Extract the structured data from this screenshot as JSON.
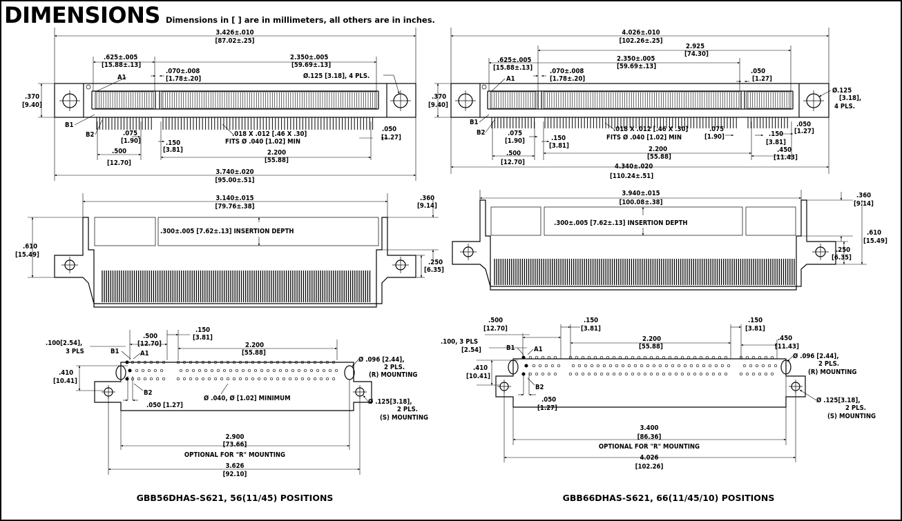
{
  "header": {
    "title": "DIMENSIONS",
    "note": "Dimensions in [ ] are in millimeters, all others are in inches."
  },
  "labels": {
    "a1": "A1",
    "b1": "B1",
    "b2": "B2"
  },
  "left": {
    "caption": "GBB56DHAS-S621, 56(11/45) POSITIONS",
    "top": {
      "overall_in": "3.426±.010",
      "overall_mm": "[87.02±.25]",
      "first_in": ".625±.005",
      "first_mm": "[15.88±.13]",
      "center_in": "2.350±.005",
      "center_mm": "[59.69±.13]",
      "gap_in": ".070±.008",
      "gap_mm": "[1.78±.20]",
      "hole": "Ø.125 [3.18], 4 PLS.",
      "height_in": ".370",
      "height_mm": "[9.40]",
      "p075_in": ".075",
      "p075_mm": "[1.90]",
      "p150_in": ".150",
      "p150_mm": "[3.81]",
      "pin_in": ".018 X .012 [.46 X .30]",
      "pin_fit": "FITS Ø .040 [1.02] MIN",
      "p050_in": ".050",
      "p050_mm": "[1.27]",
      "p500_in": ".500",
      "p500_mm": "[12.70]",
      "p2200_in": "2.200",
      "p2200_mm": "[55.88]",
      "width_in": "3.740±.020",
      "width_mm": "[95.00±.51]"
    },
    "side": {
      "width_in": "3.140±.015",
      "width_mm": "[79.76±.38]",
      "insertion": ".300±.005 [7.62±.13] INSERTION DEPTH",
      "h360_in": ".360",
      "h360_mm": "[9.14]",
      "h610_in": ".610",
      "h610_mm": "[15.49]",
      "h250_in": ".250",
      "h250_mm": "[6.35]"
    },
    "bottom": {
      "p100": ".100[2.54],",
      "p100b": "3 PLS",
      "p500_in": ".500",
      "p500_mm": "[12.70]",
      "p150_in": ".150",
      "p150_mm": "[3.81]",
      "p2200_in": "2.200",
      "p2200_mm": "[55.88]",
      "h410_in": ".410",
      "h410_mm": "[10.41]",
      "d096": "Ø .096 [2.44],",
      "d096b": "2 PLS.",
      "d096c": "(R) MOUNTING",
      "p050": ".050 [1.27]",
      "d040": "Ø .040, Ø [1.02] MINIMUM",
      "d125": "Ø .125[3.18],",
      "d125b": "2 PLS.",
      "d125c": "(S) MOUNTING",
      "p2900_in": "2.900",
      "p2900_mm": "[73.66]",
      "optional": "OPTIONAL FOR \"R\" MOUNTING",
      "p3626_in": "3.626",
      "p3626_mm": "[92.10]"
    }
  },
  "right": {
    "caption": "GBB66DHAS-S621, 66(11/45/10) POSITIONS",
    "top": {
      "overall_in": "4.026±.010",
      "overall_mm": "[102.26±.25]",
      "p2925_in": "2.925",
      "p2925_mm": "[74.30]",
      "first_in": ".625±.005",
      "first_mm": "[15.88±.13]",
      "center_in": "2.350±.005",
      "center_mm": "[59.69±.13]",
      "gap_in": ".070±.008",
      "gap_mm": "[1.78±.20]",
      "p050a_in": ".050",
      "p050a_mm": "[1.27]",
      "hole_a": "Ø.125",
      "hole_b": "[3.18],",
      "hole_c": "4 PLS.",
      "height_in": ".370",
      "height_mm": "[9.40]",
      "p075_in": ".075",
      "p075_mm": "[1.90]",
      "p150_in": ".150",
      "p150_mm": "[3.81]",
      "pin_in": ".018 X .012 [.46 X .30]",
      "pin_fit": "FITS Ø .040 [1.02] MIN",
      "p075b_in": ".075",
      "p075b_mm": "[1.90]",
      "p150b_in": ".150",
      "p150b_mm": "[3.81]",
      "p050b_in": ".050",
      "p050b_mm": "[1.27]",
      "p500_in": ".500",
      "p500_mm": "[12.70]",
      "p2200_in": "2.200",
      "p2200_mm": "[55.88]",
      "p450_in": ".450",
      "p450_mm": "[11.43]",
      "width_in": "4.340±.020",
      "width_mm": "[110.24±.51]"
    },
    "side": {
      "width_in": "3.940±.015",
      "width_mm": "[100.08±.38]",
      "insertion": ".300±.005 [7.62±.13] INSERTION DEPTH",
      "h360_in": ".360",
      "h360_mm": "[9.14]",
      "h610_in": ".610",
      "h610_mm": "[15.49]",
      "h250_in": ".250",
      "h250_mm": "[6.35]"
    },
    "bottom": {
      "p500_in": ".500",
      "p500_mm": "[12.70]",
      "p150a_in": ".150",
      "p150a_mm": "[3.81]",
      "p150b_in": ".150",
      "p150b_mm": "[3.81]",
      "p2200_in": "2.200",
      "p2200_mm": "[55.88]",
      "p450_in": ".450",
      "p450_mm": "[11.43]",
      "p100": ".100, 3 PLS",
      "p100b": "[2.54]",
      "d096": "Ø .096 [2.44],",
      "d096b": "2 PLS.",
      "d096c": "(R) MOUNTING",
      "h410_in": ".410",
      "h410_mm": "[10.41]",
      "p050_in": ".050",
      "p050_mm": "[1.27]",
      "d125": "Ø .125[3.18],",
      "d125b": "2 PLS.",
      "d125c": "(S) MOUNTING",
      "p3400_in": "3.400",
      "p3400_mm": "[86.36]",
      "optional": "OPTIONAL FOR \"R\" MOUNTING",
      "p4026_in": "4.026",
      "p4026_mm": "[102.26]"
    }
  }
}
